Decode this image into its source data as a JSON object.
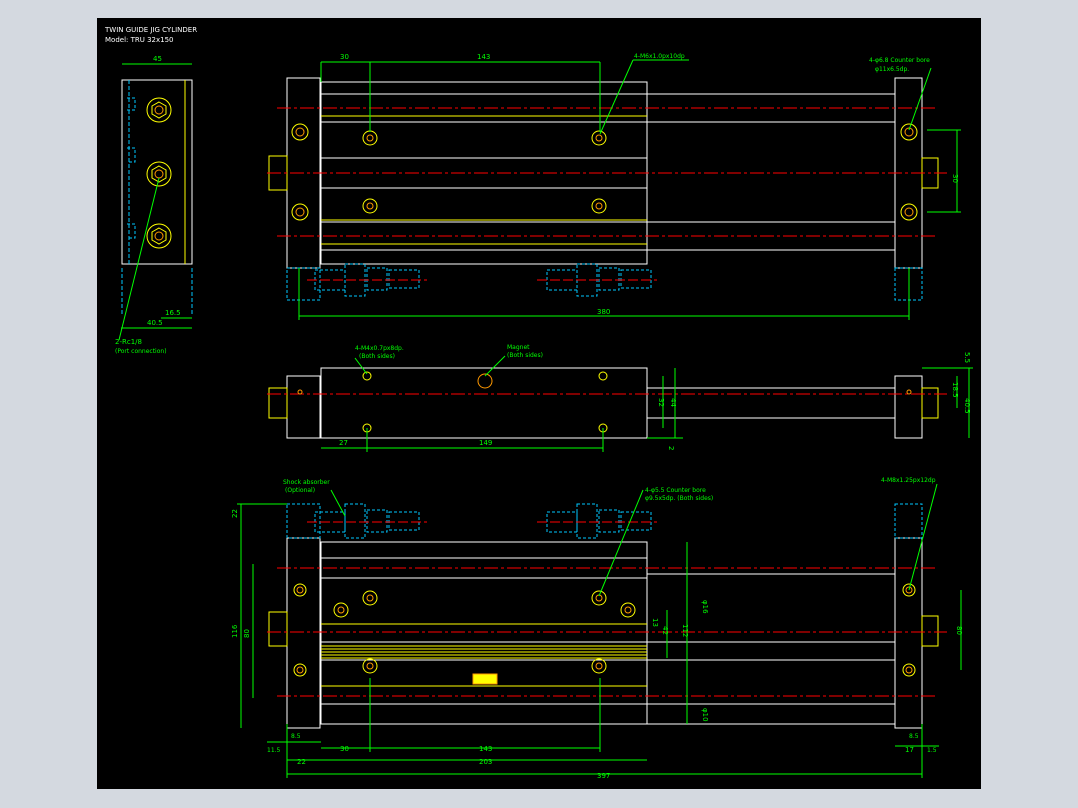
{
  "title": {
    "line1": "TWIN GUIDE JIG CYLINDER",
    "line2": "Model: TRU 32x150"
  },
  "colors": {
    "background": "#000000",
    "outline": "#ffffff",
    "yellow": "#ffff00",
    "green": "#00ff00",
    "cyan": "#00c8ff",
    "red": "#ff0000",
    "orange": "#ff9900"
  },
  "side_view": {
    "dims": {
      "width": "45",
      "d1": "16.5",
      "d2": "40.5"
    },
    "callout": "2-Rc1/8",
    "callout_sub": "(Port connection)"
  },
  "top_view": {
    "dims": {
      "d30": "30",
      "d143": "143",
      "d30v": "30",
      "d380": "380"
    },
    "callout_right": "4-φ6.8 Counter bore",
    "callout_right_sub": "φ11x6.5dp.",
    "callout_mid": "4-M6x1.0px10dp"
  },
  "mid_view": {
    "dims": {
      "d5_5": "5.5",
      "d18_5": "18.5",
      "d40_5": "40.5",
      "d32": "32",
      "d44": "44",
      "d27": "27",
      "d149": "149",
      "d2": "2"
    },
    "callout_left": "4-M4x0.7px8dp.",
    "callout_left_sub": "(Both sides)",
    "callout_mag": "Magnet",
    "callout_mag_sub": "(Both sides)"
  },
  "bottom_view": {
    "dims": {
      "d22v": "22",
      "d116": "116",
      "d80": "80",
      "d80r": "80",
      "d112": "112",
      "d42": "42",
      "d13": "13",
      "phi16": "φ16",
      "phi10": "φ10",
      "d11_5": "11.5",
      "d8_5": "8.5",
      "d8_5r": "8.5",
      "d30": "30",
      "d143": "143",
      "d22": "22",
      "d203": "203",
      "d17": "17",
      "d1_5": "1.5",
      "d397": "397"
    },
    "callout_shock": "Shock absorber",
    "callout_shock_sub": "(Optional)",
    "callout_cb": "4-φ5.5 Counter bore",
    "callout_cb_sub": "φ9.5x5dp. (Both sides)",
    "callout_right": "4-M8x1.25px12dp"
  }
}
